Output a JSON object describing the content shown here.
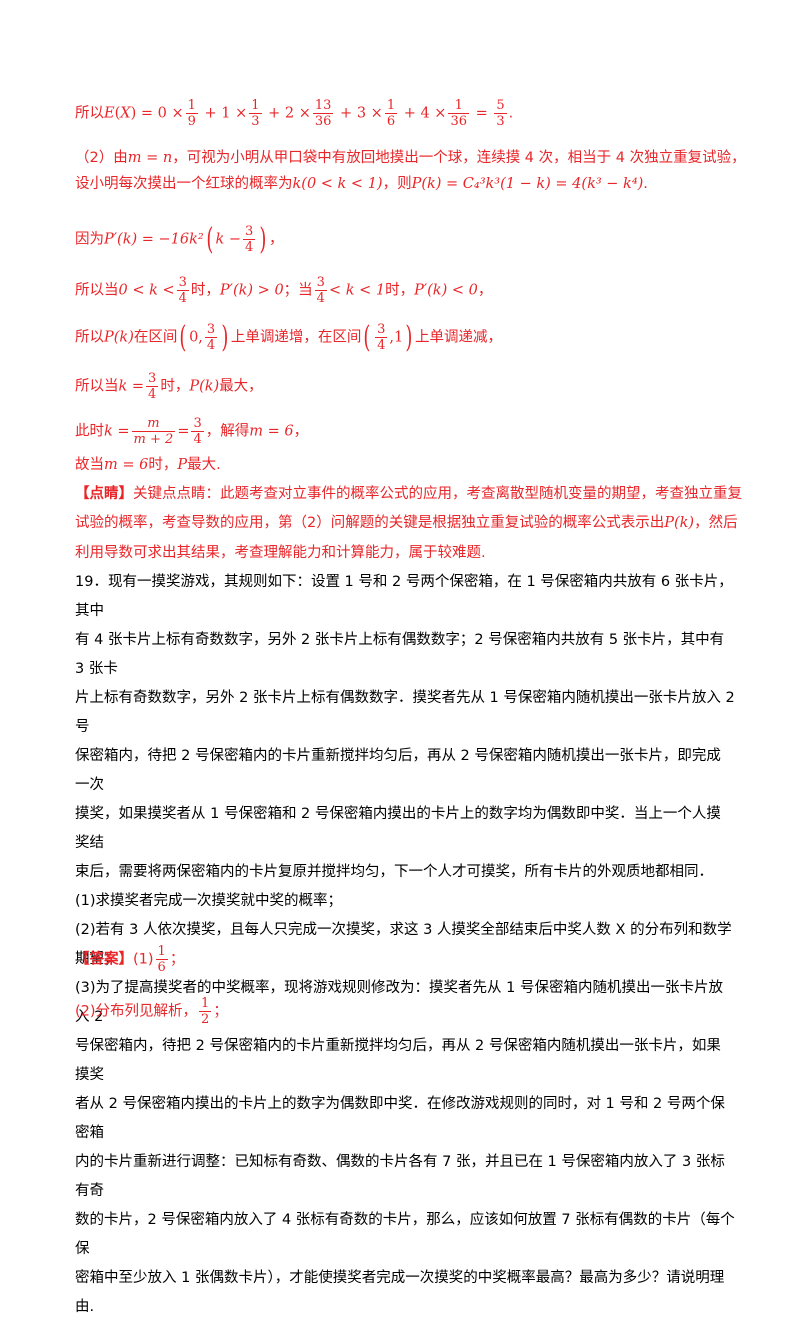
{
  "header_dot": ".",
  "l1": {
    "pre": "所以",
    "ex": "E",
    "x": "X",
    "eq": " = 0 ×",
    "f1n": "1",
    "f1d": "9",
    "t1": " + 1 ×",
    "f2n": "1",
    "f2d": "3",
    "t2": " + 2 ×",
    "f3n": "13",
    "f3d": "36",
    "t3": " + 3 ×",
    "f4n": "1",
    "f4d": "6",
    "t4": " + 4 ×",
    "f5n": "1",
    "f5d": "36",
    "t5": " = ",
    "f6n": "5",
    "f6d": "3",
    "end": "."
  },
  "l2": {
    "pre": "（2）由",
    "m": "m = n",
    "post": "，可视为小明从甲口袋中有放回地摸出一个球，连续摸 4 次，相当于 4 次独立重复试验，"
  },
  "l3": {
    "pre": "设小明每次摸出一个红球的概率为",
    "k": "k(0 < k < 1)",
    "mid": "，则",
    "formula": "P(k) = C₄³k³(1 − k) = 4(k³ − k⁴)",
    "end": "."
  },
  "l4": {
    "pre": "因为",
    "a": "P′(k) = −16k²",
    "fn": "3",
    "fd": "4",
    "open": "k −",
    "end": "，"
  },
  "l5": {
    "pre": "所以当",
    "a": "0 < k <",
    "fn": "3",
    "fd": "4",
    "t1": "时，",
    "b": "P′(k) > 0",
    "t2": "；当",
    "fn2": "3",
    "fd2": "4",
    "c": "< k < 1",
    "t3": "时，",
    "d": "P′(k) < 0",
    "end": "，"
  },
  "l6": {
    "pre": "所以",
    "a": "P(k)",
    "t1": "在区间",
    "b0": "0,",
    "fn": "3",
    "fd": "4",
    "t2": "上单调递增，在区间",
    "fn2": "3",
    "fd2": "4",
    "b1": ",1",
    "t3": "上单调递减，"
  },
  "l7": {
    "pre": "所以当",
    "a": "k =",
    "fn": "3",
    "fd": "4",
    "t1": "时，",
    "b": "P(k)",
    "t2": "最大，"
  },
  "l8": {
    "pre": "此时",
    "a": "k =",
    "fn": "m",
    "fd": "m + 2",
    "eq": "=",
    "fn2": "3",
    "fd2": "4",
    "t1": "，解得",
    "b": "m = 6",
    "end": "，"
  },
  "l9": {
    "pre": "故当",
    "a": "m = 6",
    "t1": "时，",
    "b": "P",
    "t2": "最大."
  },
  "comment": {
    "tag": "【点睛】",
    "text1": "关键点点睛：此题考查对立事件的概率公式的应用，考查离散型随机变量的期望，考查独立重复",
    "text2": "试验的概率，考查导数的应用，第（2）问解题的关键是根据独立重复试验的概率公式表示出",
    "pk": "P(k)",
    "text3": "，然后",
    "text4": "利用导数可求出其结果，考查理解能力和计算能力，属于较难题."
  },
  "q19": {
    "lines": [
      "19．现有一摸奖游戏，其规则如下：设置 1 号和 2 号两个保密箱，在 1 号保密箱内共放有 6 张卡片，其中",
      "有 4 张卡片上标有奇数数字，另外 2 张卡片上标有偶数数字；2 号保密箱内共放有 5 张卡片，其中有 3 张卡",
      "片上标有奇数数字，另外 2 张卡片上标有偶数数字．摸奖者先从 1 号保密箱内随机摸出一张卡片放入 2 号",
      "保密箱内，待把 2 号保密箱内的卡片重新搅拌均匀后，再从 2 号保密箱内随机摸出一张卡片，即完成一次",
      "摸奖，如果摸奖者从 1 号保密箱和 2 号保密箱内摸出的卡片上的数字均为偶数即中奖．当上一个人摸奖结",
      "束后，需要将两保密箱内的卡片复原并搅拌均匀，下一个人才可摸奖，所有卡片的外观质地都相同．",
      "(1)求摸奖者完成一次摸奖就中奖的概率；",
      "(2)若有 3 人依次摸奖，且每人只完成一次摸奖，求这 3 人摸奖全部结束后中奖人数 X 的分布列和数学期望；",
      "(3)为了提高摸奖者的中奖概率，现将游戏规则修改为：摸奖者先从 1 号保密箱内随机摸出一张卡片放入 2",
      "号保密箱内，待把 2 号保密箱内的卡片重新搅拌均匀后，再从 2 号保密箱内随机摸出一张卡片，如果摸奖",
      "者从 2 号保密箱内摸出的卡片上的数字为偶数即中奖．在修改游戏规则的同时，对 1 号和 2 号两个保密箱",
      "内的卡片重新进行调整：已知标有奇数、偶数的卡片各有 7 张，并且已在 1 号保密箱内放入了 3 张标有奇",
      "数的卡片，2 号保密箱内放入了 4 张标有奇数的卡片，那么，应该如何放置 7 张标有偶数的卡片（每个保",
      "密箱中至少放入 1 张偶数卡片），才能使摸奖者完成一次摸奖的中奖概率最高？最高为多少？请说明理由."
    ]
  },
  "answer": {
    "tag": "【答案】",
    "p1": "(1)",
    "f1n": "1",
    "f1d": "6",
    "s1": "；",
    "p2": "(2)分布列见解析，",
    "f2n": "1",
    "f2d": "2",
    "s2": "；"
  }
}
